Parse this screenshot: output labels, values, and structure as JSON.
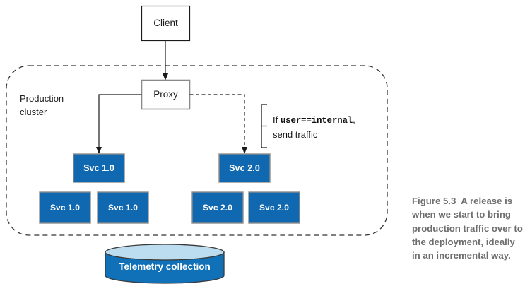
{
  "figure": {
    "caption_number": "Figure 5.3",
    "caption_text": "A release is when we start to bring production traffic over to the deployment, ideally in an incremental way.",
    "caption_color": "#6e6e6e"
  },
  "colors": {
    "service_blue": "#0f68b0",
    "service_blue_border": "#8c8c8c",
    "cylinder_body": "#1171b8",
    "cylinder_top": "#bcdcf0",
    "cylinder_stroke": "#3a3a3a",
    "box_stroke": "#8a8a8a",
    "box_stroke_dark": "#1a1a1a",
    "line": "#1a1a1a",
    "dashed_boundary": "#333333",
    "text": "#000000",
    "text_on_blue": "#ffffff"
  },
  "nodes": {
    "client": {
      "label": "Client"
    },
    "proxy": {
      "label": "Proxy"
    },
    "cluster": {
      "label": "Production cluster"
    },
    "telemetry": {
      "label": "Telemetry collection"
    }
  },
  "services_v1": [
    {
      "label": "Svc 1.0",
      "role": "primary"
    },
    {
      "label": "Svc 1.0",
      "role": "replica"
    },
    {
      "label": "Svc 1.0",
      "role": "replica"
    }
  ],
  "services_v2": [
    {
      "label": "Svc 2.0",
      "role": "primary"
    },
    {
      "label": "Svc 2.0",
      "role": "replica"
    },
    {
      "label": "Svc 2.0",
      "role": "replica"
    }
  ],
  "annotation": {
    "line1_prefix": "If ",
    "line1_code": "user==internal",
    "line1_suffix": ",",
    "line2": "send traffic"
  },
  "edges": [
    {
      "from": "client",
      "to": "proxy",
      "style": "solid",
      "arrow": true
    },
    {
      "from": "proxy",
      "to": "svc-1-0-primary",
      "style": "solid",
      "arrow": true
    },
    {
      "from": "proxy",
      "to": "svc-2-0-primary",
      "style": "dashed",
      "arrow": true
    }
  ]
}
